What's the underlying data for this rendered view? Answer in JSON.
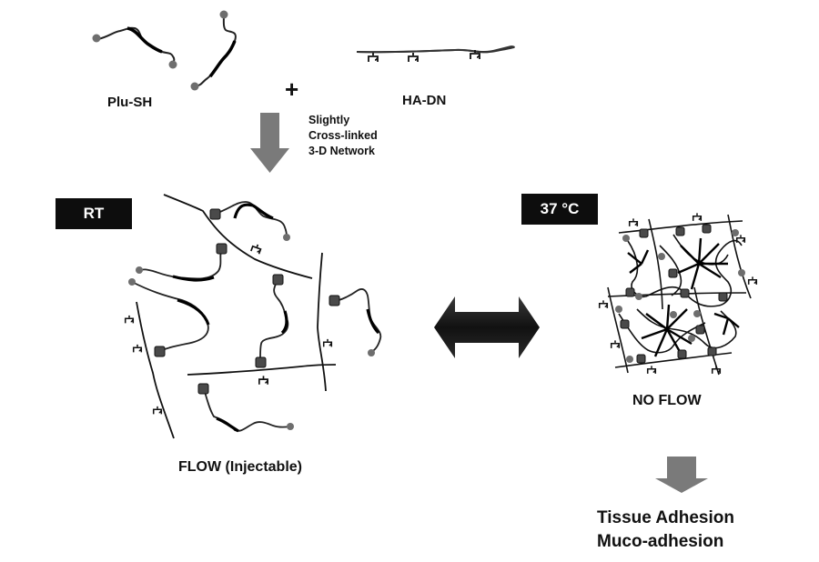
{
  "diagram": {
    "title": "Plu-SH / HA-DN thermosensitive hydrogel scheme",
    "reactants": {
      "left_label": "Plu-SH",
      "operator": "+",
      "right_label": "HA-DN"
    },
    "reaction_arrow_caption": [
      "Slightly",
      "Cross-linked",
      "3-D Network"
    ],
    "states": {
      "left": {
        "tag": "RT",
        "caption": "FLOW (Injectable)"
      },
      "right": {
        "tag": "37 °C",
        "caption": "NO FLOW"
      }
    },
    "transition": "reversible",
    "outcomes": [
      "Tissue Adhesion",
      "Muco-adhesion"
    ],
    "colors": {
      "arrow_gray": "#7a7a7a",
      "double_arrow": "#1c1c1c",
      "tag_bg": "#0d0d0d",
      "chain_end": "#6e6e6e",
      "crosslink_node": "#4a4a4a",
      "line": "#111111"
    }
  }
}
